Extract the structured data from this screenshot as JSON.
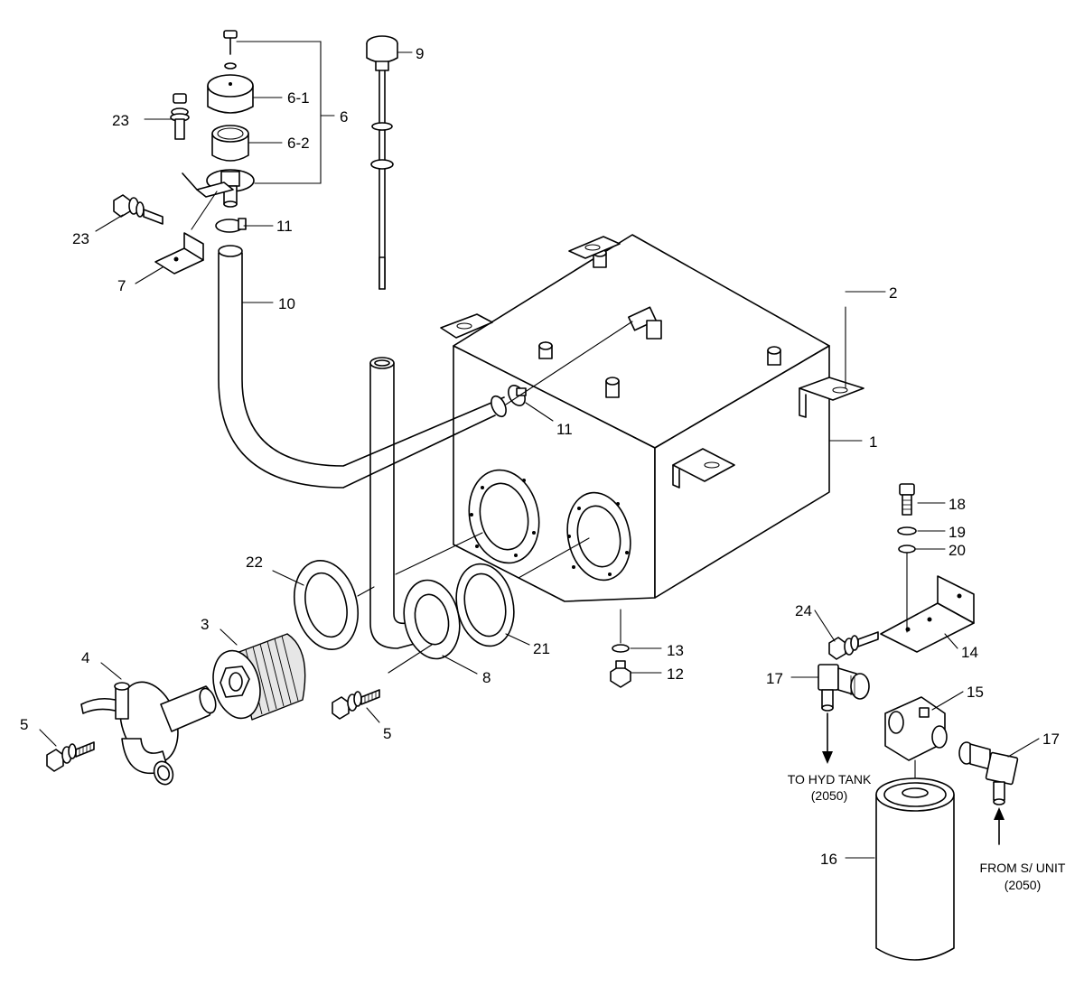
{
  "callouts": {
    "c1": "1",
    "c2": "2",
    "c3": "3",
    "c4": "4",
    "c5a": "5",
    "c5b": "5",
    "c6": "6",
    "c6_1": "6-1",
    "c6_2": "6-2",
    "c7": "7",
    "c8": "8",
    "c9": "9",
    "c10": "10",
    "c11a": "11",
    "c11b": "11",
    "c12": "12",
    "c13": "13",
    "c14": "14",
    "c15": "15",
    "c16": "16",
    "c17a": "17",
    "c17b": "17",
    "c18": "18",
    "c19": "19",
    "c20": "20",
    "c21": "21",
    "c22": "22",
    "c23a": "23",
    "c23b": "23",
    "c24": "24"
  },
  "notes": {
    "to_hyd_tank_line1": "TO HYD TANK",
    "to_hyd_tank_line2": "(2050)",
    "from_s_unit_line1": "FROM S/ UNIT",
    "from_s_unit_line2": "(2050)"
  }
}
